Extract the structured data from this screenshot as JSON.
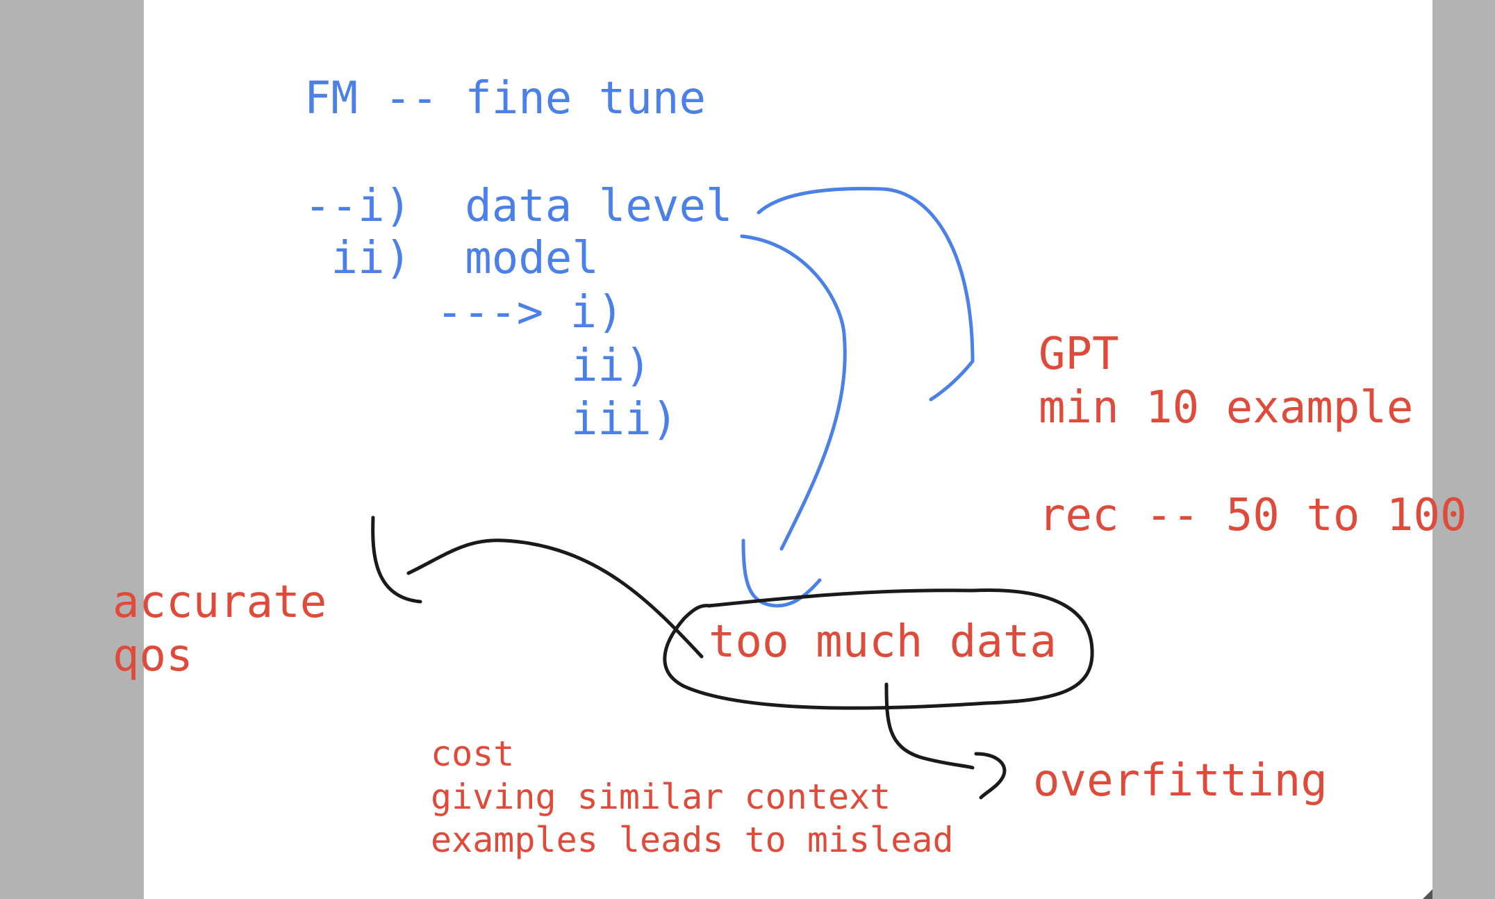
{
  "colors": {
    "background": "#b3b3b3",
    "canvas": "#ffffff",
    "blue_ink": "#4a80e8",
    "red_ink": "#df4b3b",
    "black_ink": "#1a1a1a"
  },
  "notes": {
    "title": "FM -- fine tune",
    "levels": {
      "data_level": "--i)  data level",
      "model": " ii)  model"
    },
    "model_subitems": {
      "arrow_item": "---> i)",
      "item_2": "ii)",
      "item_3": "iii)"
    },
    "gpt": {
      "label": "GPT",
      "min_examples": "min 10 example",
      "recommended": "rec -- 50 to 100"
    },
    "accuracy": {
      "line1": "accurate",
      "line2": "qos"
    },
    "too_much_data": "too much data",
    "overfitting": "overfitting",
    "drawbacks": {
      "line1": "cost",
      "line2": "giving similar context",
      "line3": "examples leads to mislead"
    }
  }
}
